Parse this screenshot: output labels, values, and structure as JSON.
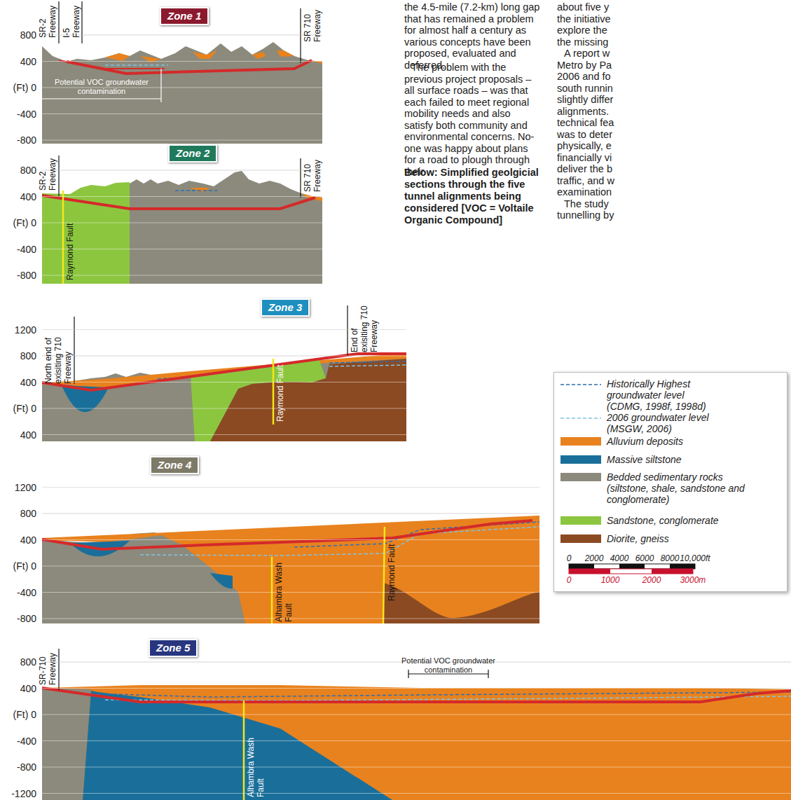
{
  "diagram": {
    "caption": "Below: Simplified geolgicial sections through the five tunnel alignments being considered [VOC = Voltaile Organic Compound]",
    "nodes": [
      {
        "text": [
          "Zone 1"
        ]
      },
      {
        "text": [
          "Zone 2"
        ]
      },
      {
        "text": [
          "Zone 3"
        ]
      },
      {
        "text": [
          "Zone 4"
        ]
      },
      {
        "text": [
          "Zone 5"
        ]
      }
    ],
    "labels": [
      "the 4.5-mile (7.2-km) long gap that has remained a problem for almost half a century as various concepts have been proposed, evaluated and deferred.",
      "The problem with the previous project proposals – all surface roads – was that each failed to meet regional mobility needs and also satisfy both community and environmental concerns. No-one was happy about plans for a road to plough through their",
      "about five y",
      "the initiative",
      "explore the",
      "the missing",
      "A report w",
      "Metro by Pa",
      "2006 and fo",
      "south runnin",
      "slightly differ",
      "alignments.",
      "technical fea",
      "was to deter",
      "physically, e",
      "financially vi",
      "deliver the b",
      "traffic, and w",
      "examination",
      "The study",
      "tunnelling by",
      "SR-2 Freeway",
      "I-5 Freeway",
      "SR 710 Freeway",
      "Potential VOC groundwater contamination",
      "800",
      "400",
      "(Ft) 0",
      "-400",
      "-800",
      "SR-2 Freeway",
      "SR 710 Freeway",
      "Raymond Fault",
      "800",
      "400",
      "(Ft) 0",
      "-400",
      "-800",
      "North end of exisiting 710 Freeway",
      "End of exisiting 710 Freeway",
      "Raymond Fault",
      "1200",
      "800",
      "400",
      "(Ft) 0",
      "400",
      "Alhambra Wash Fault",
      "Raymond Fault",
      "1200",
      "800",
      "400",
      "(Ft) 0",
      "-400",
      "-800",
      "SR-710 Freeway",
      "Potential VOC groundwater contamination",
      "Alhambra Wash Fault",
      "800",
      "400",
      "(Ft) 0",
      "-400",
      "-800",
      "-1200",
      "0",
      "2000",
      "4000",
      "6000",
      "8000",
      "10,000ft",
      "0",
      "1000",
      "2000",
      "3000m"
    ],
    "legend": [
      {
        "text": "Historically Highest groundwater level (CDMG, 1998f, 1998d)"
      },
      {
        "text": "2006 groundwater level (MSGW, 2006)"
      },
      {
        "text": "Alluvium deposits",
        "color": "#e8821e"
      },
      {
        "text": "Massive siltstone",
        "color": "#1a6f9a"
      },
      {
        "text": "Bedded sedimentary rocks (siltstone, shale, sandstone and conglomerate)",
        "color": "#8c8a7c"
      },
      {
        "text": "Sandstone, conglomerate",
        "color": "#8cc63f"
      },
      {
        "text": "Diorite, gneiss",
        "color": "#8b4a22"
      }
    ]
  }
}
